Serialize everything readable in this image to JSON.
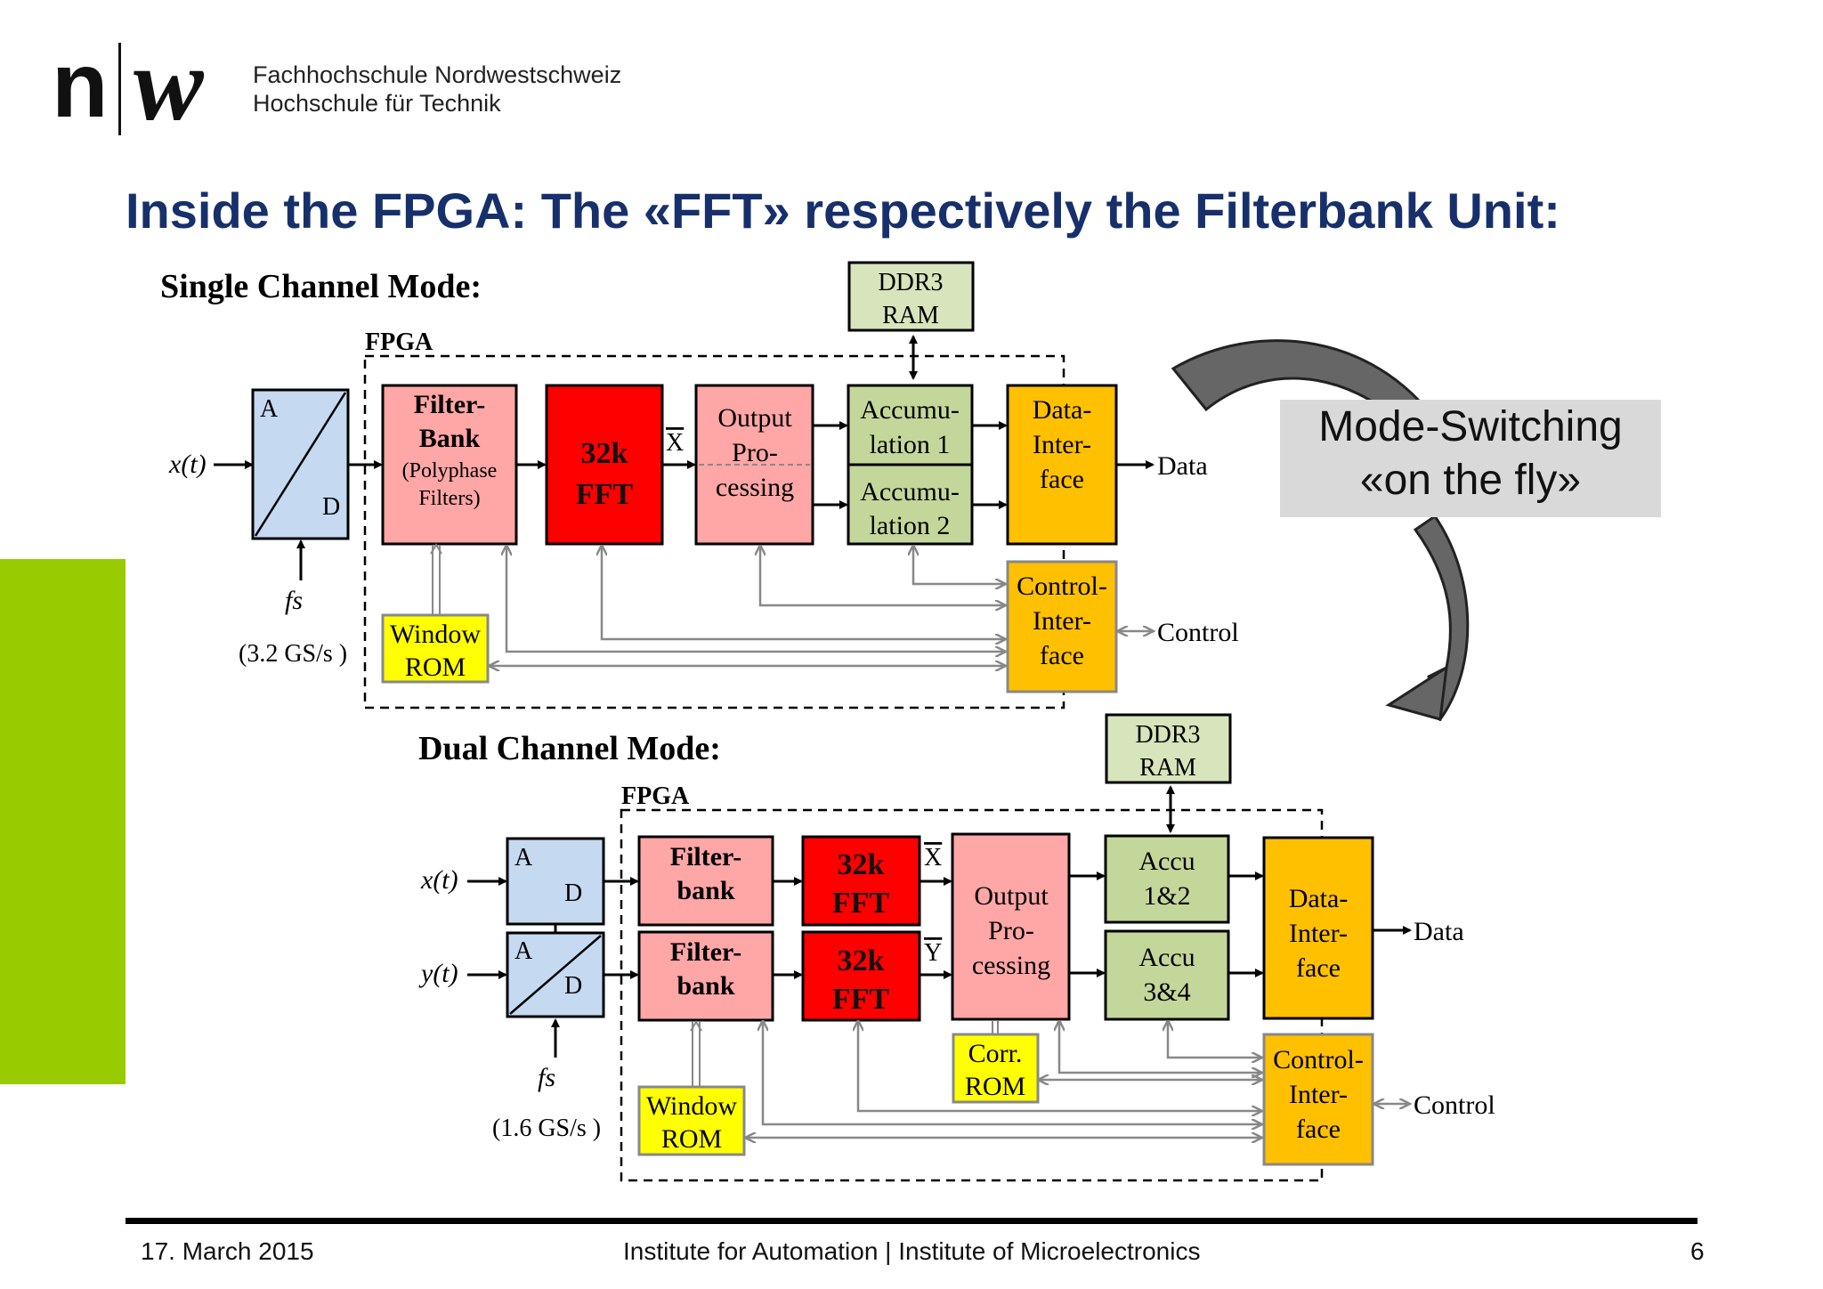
{
  "header": {
    "logo_left": "n",
    "logo_right": "w",
    "institution_line1": "Fachhochschule Nordwestschweiz",
    "institution_line2": "Hochschule für Technik"
  },
  "slide": {
    "title": "Inside the FPGA: The «FFT» respectively the Filterbank Unit:"
  },
  "single": {
    "heading": "Single Channel Mode:",
    "fpga_label": "FPGA",
    "ddr": [
      "DDR3",
      "RAM"
    ],
    "input_label": "x(t)",
    "adc_a": "A",
    "adc_d": "D",
    "fs_label": "fs",
    "fs_rate": "(3.2 GS/s )",
    "filterbank": [
      "Filter-",
      "Bank",
      "(Polyphase",
      "Filters)"
    ],
    "fft": [
      "32k",
      "FFT"
    ],
    "x_label": "X",
    "output": [
      "Output",
      "Pro-",
      "cessing"
    ],
    "accu1": [
      "Accumu-",
      "lation 1"
    ],
    "accu2": [
      "Accumu-",
      "lation 2"
    ],
    "data_if": [
      "Data-",
      "Inter-",
      "face"
    ],
    "data_out": "Data",
    "window_rom": [
      "Window",
      "ROM"
    ],
    "control_if": [
      "Control-",
      "Inter-",
      "face"
    ],
    "control_out": "Control"
  },
  "dual": {
    "heading": "Dual Channel Mode:",
    "fpga_label": "FPGA",
    "ddr": [
      "DDR3",
      "RAM"
    ],
    "input_x": "x(t)",
    "input_y": "y(t)",
    "adc_a": "A",
    "adc_d": "D",
    "fs_label": "fs",
    "fs_rate": "(1.6 GS/s )",
    "filterbank": [
      "Filter-",
      "bank"
    ],
    "fft": [
      "32k",
      "FFT"
    ],
    "x_label": "X",
    "y_label": "Y",
    "output": [
      "Output",
      "Pro-",
      "cessing"
    ],
    "accu12": [
      "Accu",
      "1&2"
    ],
    "accu34": [
      "Accu",
      "3&4"
    ],
    "corr_rom": [
      "Corr.",
      "ROM"
    ],
    "window_rom": [
      "Window",
      "ROM"
    ],
    "data_if": [
      "Data-",
      "Inter-",
      "face"
    ],
    "data_out": "Data",
    "control_if": [
      "Control-",
      "Inter-",
      "face"
    ],
    "control_out": "Control"
  },
  "mode_switch": {
    "line1": "Mode-Switching",
    "line2": "«on the fly»"
  },
  "footer": {
    "date": "17. March 2015",
    "institute": "Institute for Automation | Institute of Microelectronics",
    "page": "6"
  },
  "colors": {
    "title": "#17306b",
    "green_bar": "#99cc00",
    "adc": "#c5d9f1",
    "filterbank": "#ffa6a6",
    "fft": "#ff0000",
    "accu": "#c4d79b",
    "ddr": "#d8e4bc",
    "interface": "#ffc000",
    "rom": "#ffff00",
    "mode_box": "#d9d9d9",
    "arrow_grey": "#666666"
  }
}
